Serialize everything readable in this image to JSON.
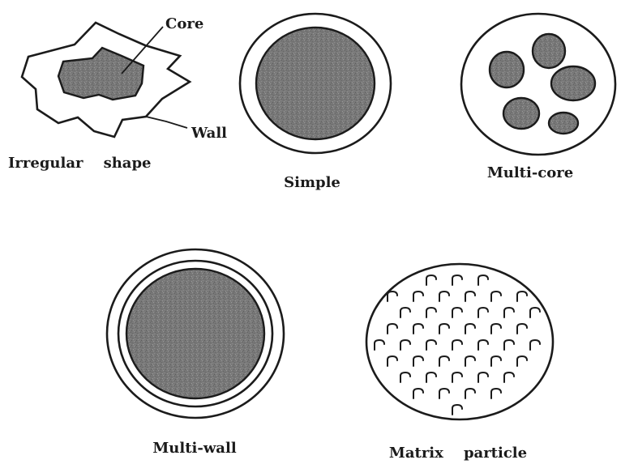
{
  "labels": {
    "core": "Core",
    "wall": "Wall",
    "irregular_shape": "Irregular    shape",
    "simple": "Simple",
    "multi_core": "Multi-core",
    "multi_wall": "Multi-wall",
    "matrix_particle": "Matrix    particle"
  },
  "colors": {
    "line": "#1b1b1b",
    "core_fill": "#7a7a7a",
    "background": "#ffffff"
  }
}
